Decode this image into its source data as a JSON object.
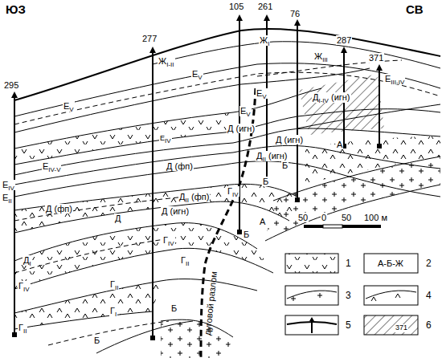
{
  "diagram": {
    "labels": [
      "ЮЗ",
      "СВ",
      "295",
      "277",
      "105",
      "261",
      "76",
      "287",
      "371",
      "ЖI-II",
      "ЖI",
      "ЖIII",
      "ЕV",
      "ЕV",
      "ЕV",
      "ЕV",
      "ЕIII-IV",
      "ЕIV",
      "ЕIV-V",
      "ЕIV",
      "ЕII",
      "ДI-IV (игн)",
      "Д (игн)",
      "Д (игн)",
      "ДII (игн)",
      "Д (фп)",
      "Д (фп)",
      "ДII (фп)",
      "Д (игн)",
      "Д",
      "ДI",
      "ГIV",
      "ГIV",
      "ГIV",
      "ГII",
      "ГII",
      "ГII",
      "ГI",
      "А",
      "А",
      "Б",
      "Б",
      "Б",
      "Б",
      "Б",
      "50",
      "0",
      "50",
      "100 м",
      "дуговой разлом",
      "А-Б-Ж",
      "371"
    ],
    "legend": [
      {
        "text": "1"
      },
      {
        "text": "2"
      },
      {
        "text": "3"
      },
      {
        "text": "4"
      },
      {
        "text": "5"
      },
      {
        "text": "6"
      }
    ]
  }
}
